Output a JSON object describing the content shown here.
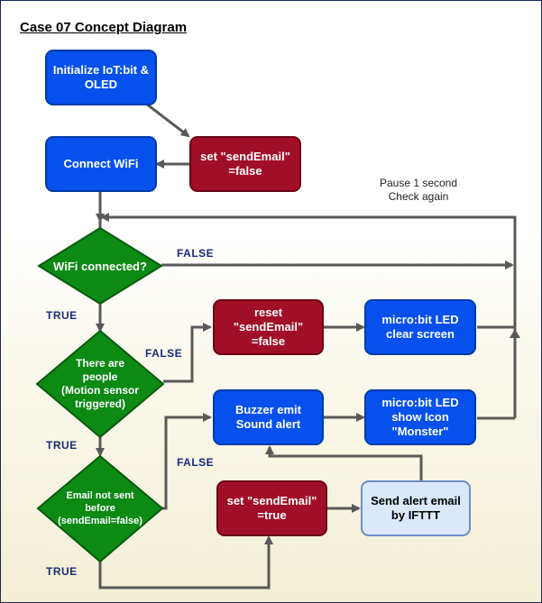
{
  "title": "Case 07 Concept Diagram",
  "nodes": {
    "init": "Initialize IoT:bit &\nOLED",
    "set_false": "set \"sendEmail\"\n=false",
    "connect": "Connect WiFi",
    "wifi_check": "WiFi connected?",
    "people_check": "There are\npeople\n(Motion sensor\ntriggered)",
    "reset": "reset\n\"sendEmail\"\n=false",
    "led_clear": "micro:bit LED\nclear screen",
    "buzzer": "Buzzer emit\nSound alert",
    "led_icon": "micro:bit LED\nshow Icon\n\"Monster\"",
    "email_check": "Email not sent\nbefore\n(sendEmail=false)",
    "set_true": "set \"sendEmail\"\n=true",
    "send_email": "Send alert email\nby IFTTT"
  },
  "labels": {
    "false_wifi": "FALSE",
    "true_wifi": "TRUE",
    "false_people": "FALSE",
    "true_people": "TRUE",
    "false_email": "FALSE",
    "true_email": "TRUE"
  },
  "note": "Pause 1 second\nCheck again",
  "colors": {
    "process_blue": "#0651ee",
    "variable_red": "#a10f26",
    "decision_green": "#0c8a14",
    "external_light": "#dbe8fb",
    "connector": "#595959",
    "edge_label": "#1a2b77"
  }
}
